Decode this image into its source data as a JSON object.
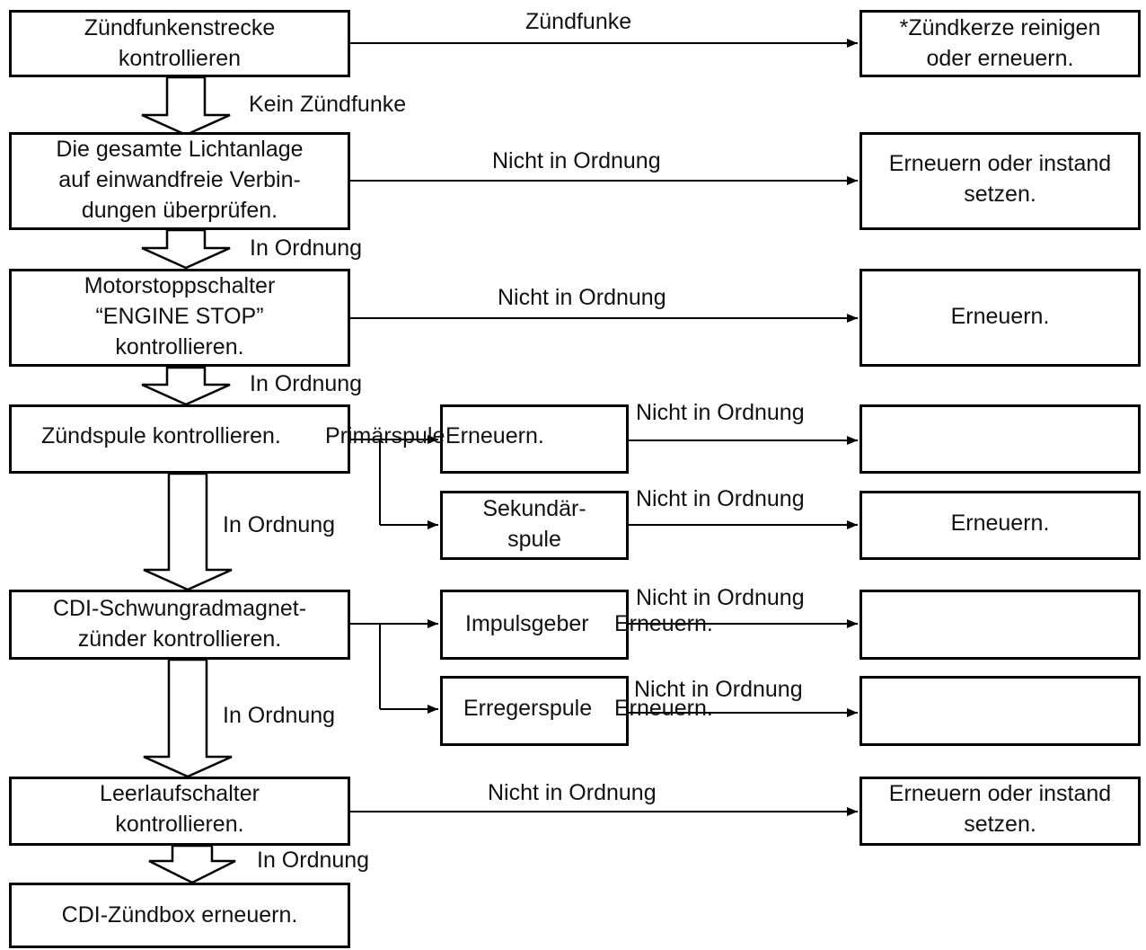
{
  "colors": {
    "stroke": "#000000",
    "background": "#ffffff",
    "text": "#111111"
  },
  "steps": {
    "s1": "Zündfunkenstrecke\nkontrollieren",
    "s2": "Die gesamte Lichtanlage\nauf einwandfreie Verbin-\ndungen überprüfen.",
    "s3": "Motorstoppschalter\n“ENGINE STOP”\nkontrollieren.",
    "s4": "Zündspule kontrollieren.",
    "s5": "CDI-Schwungradmagnet-\nzünder kontrollieren.",
    "s6": "Leerlaufschalter\nkontrollieren.",
    "s7": "CDI-Zündbox erneuern."
  },
  "parts": {
    "primaer": "Primärspule",
    "sekundaer": "Sekundär-\nspule",
    "impuls": "Impulsgeber",
    "erreger": "Erregerspule"
  },
  "results": {
    "r1": "*Zündkerze reinigen\noder erneuern.",
    "r2": "Erneuern oder instand\nsetzen.",
    "r3": "Erneuern.",
    "r4": "Erneuern.",
    "r5": "Erneuern.",
    "r6": "Erneuern.",
    "r7": "Erneuern.",
    "r8": "Erneuern oder instand\nsetzen."
  },
  "edges": {
    "e1": "Zündfunke",
    "e2": "Kein Zündfunke",
    "e3": "Nicht in Ordnung",
    "e4": "In Ordnung",
    "e5": "Nicht in Ordnung",
    "e6": "In Ordnung",
    "e7": "Nicht in Ordnung",
    "e8": "Nicht in Ordnung",
    "e9": "In Ordnung",
    "e10": "Nicht in Ordnung",
    "e11": "Nicht in Ordnung",
    "e12": "In Ordnung",
    "e13": "Nicht in Ordnung",
    "e14": "In Ordnung"
  }
}
